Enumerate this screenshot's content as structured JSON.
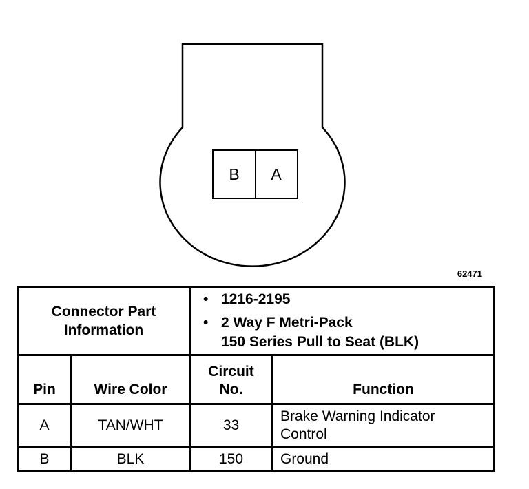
{
  "connector": {
    "cavities": [
      {
        "label": "B"
      },
      {
        "label": "A"
      }
    ]
  },
  "figure_number": "62471",
  "part_info": {
    "label_line1": "Connector Part",
    "label_line2": "Information",
    "bullet": "•",
    "part_number": "1216-2195",
    "description_line1": "2 Way F Metri-Pack",
    "description_line2": "150 Series Pull to Seat (BLK)"
  },
  "columns": {
    "pin": "Pin",
    "wire_color": "Wire Color",
    "circuit_line1": "Circuit",
    "circuit_line2": "No.",
    "function": "Function"
  },
  "rows": [
    {
      "pin": "A",
      "wire_color": "TAN/WHT",
      "circuit": "33",
      "function_line1": "Brake Warning Indicator",
      "function_line2": "Control"
    },
    {
      "pin": "B",
      "wire_color": "BLK",
      "circuit": "150",
      "function_line1": "Ground",
      "function_line2": ""
    }
  ]
}
